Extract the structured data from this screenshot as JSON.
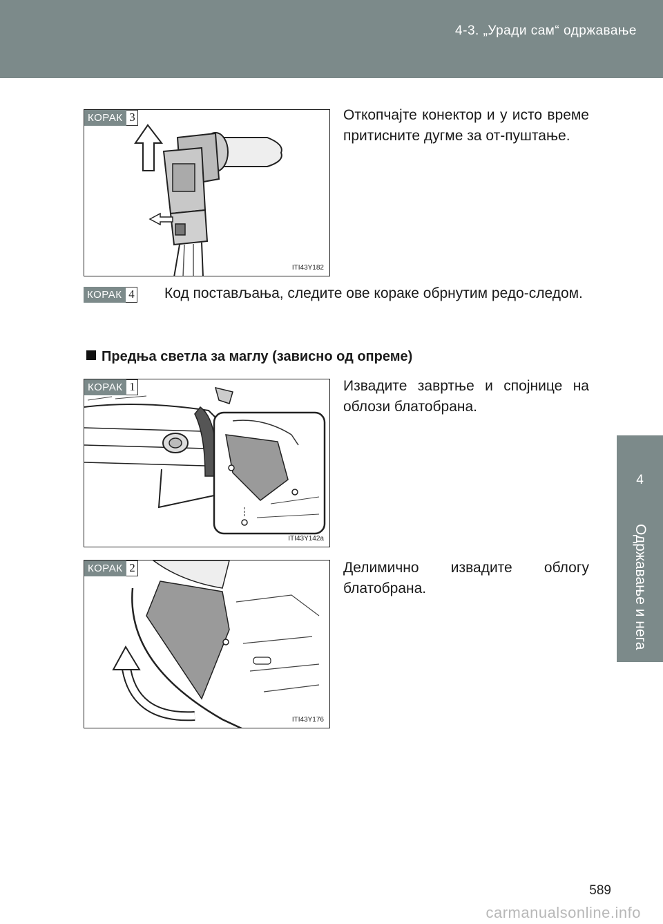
{
  "header": {
    "title": "4-3. „Уради сам“ одржавање"
  },
  "side_tab": {
    "number": "4",
    "label": "Одржавање и нега"
  },
  "step_word": "КОРАК",
  "steps": {
    "s3": {
      "num": "3",
      "text": "Откопчајте конектор и у исто време притисните дугме за от-пуштање.",
      "code": "ITI43Y182"
    },
    "s4": {
      "num": "4",
      "text": "Код постављања, следите ове кораке обрнутим редо-следом."
    },
    "f1": {
      "num": "1",
      "text": "Извадите завртње и спојнице на облози блатобрана.",
      "code": "ITI43Y142a"
    },
    "f2": {
      "num": "2",
      "text": "Делимично извадите облогу блатобрана.",
      "code": "ITI43Y176"
    }
  },
  "section_heading": "Предња светла за маглу (зависно од опреме)",
  "page_number": "589",
  "watermark": "carmanualsonline.info"
}
